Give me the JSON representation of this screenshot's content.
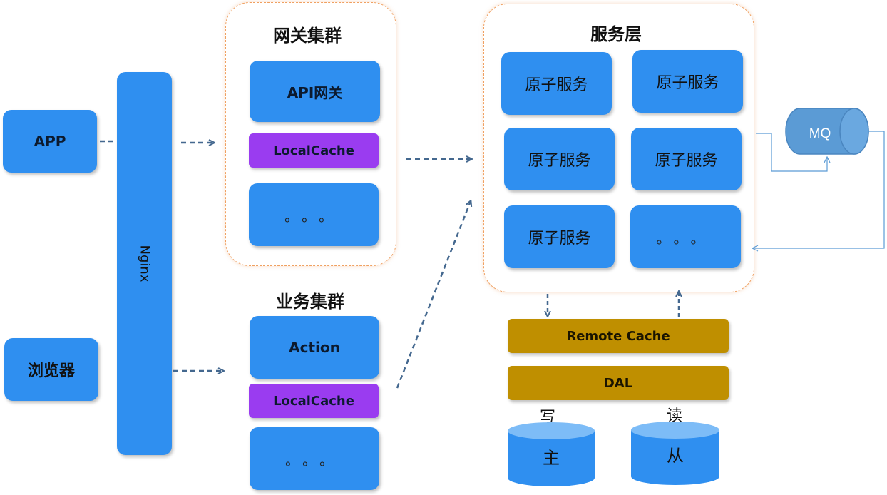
{
  "clients": {
    "app": "APP",
    "browser": "浏览器"
  },
  "nginx": {
    "label": "Nginx"
  },
  "gateway_cluster": {
    "title": "网关集群",
    "api_gateway": "API网关",
    "local_cache": "LocalCache",
    "more": "。。。"
  },
  "business_cluster": {
    "title": "业务集群",
    "action": "Action",
    "local_cache": "LocalCache",
    "more": "。。。"
  },
  "service_layer": {
    "title": "服务层",
    "services": [
      "原子服务",
      "原子服务",
      "原子服务",
      "原子服务",
      "原子服务"
    ],
    "more": "。。。"
  },
  "mq": {
    "label": "MQ"
  },
  "remote_cache": {
    "label": "Remote Cache"
  },
  "dal": {
    "label": "DAL"
  },
  "database": {
    "write_label": "写",
    "read_label": "读",
    "master": "主",
    "slave": "从"
  },
  "colors": {
    "box_blue": "#2f8ff0",
    "local_cache_purple": "#9a3cf0",
    "storage_gold": "#bf8f00",
    "group_border_orange": "#f0a060",
    "arrow_dark_blue": "#44688f",
    "mq_blue": "#5b9bd5"
  }
}
